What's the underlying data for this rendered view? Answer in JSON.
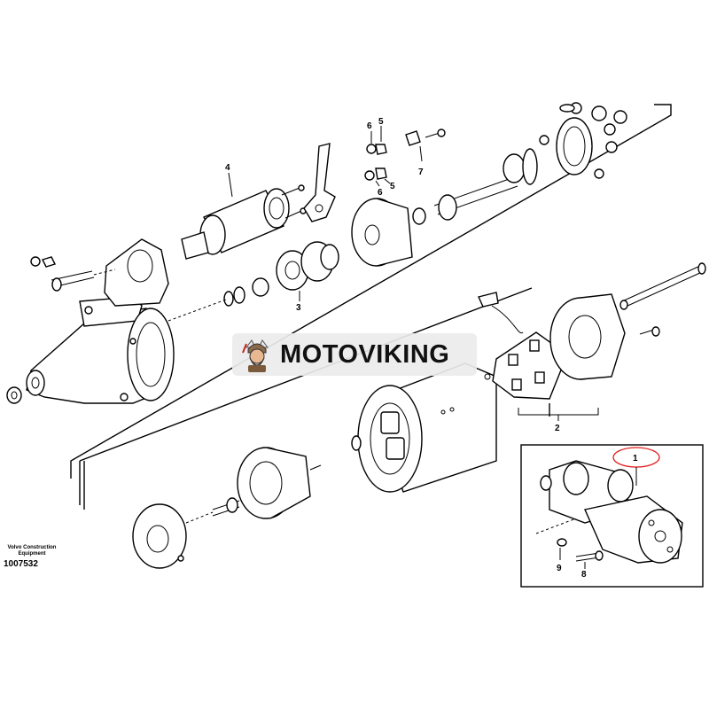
{
  "callouts": {
    "c1": "1",
    "c2": "2",
    "c3": "3",
    "c4": "4",
    "c5a": "5",
    "c5b": "5",
    "c6a": "6",
    "c6b": "6",
    "c7": "7",
    "c8": "8",
    "c9": "9"
  },
  "watermark": {
    "text": "MOTOVIKING"
  },
  "caption": {
    "organization": "Volvo Construction Equipment",
    "figure_number": "1007532"
  },
  "colors": {
    "line": "#000000",
    "highlight_ring": "#e02020",
    "watermark_bg": "#ececec"
  }
}
